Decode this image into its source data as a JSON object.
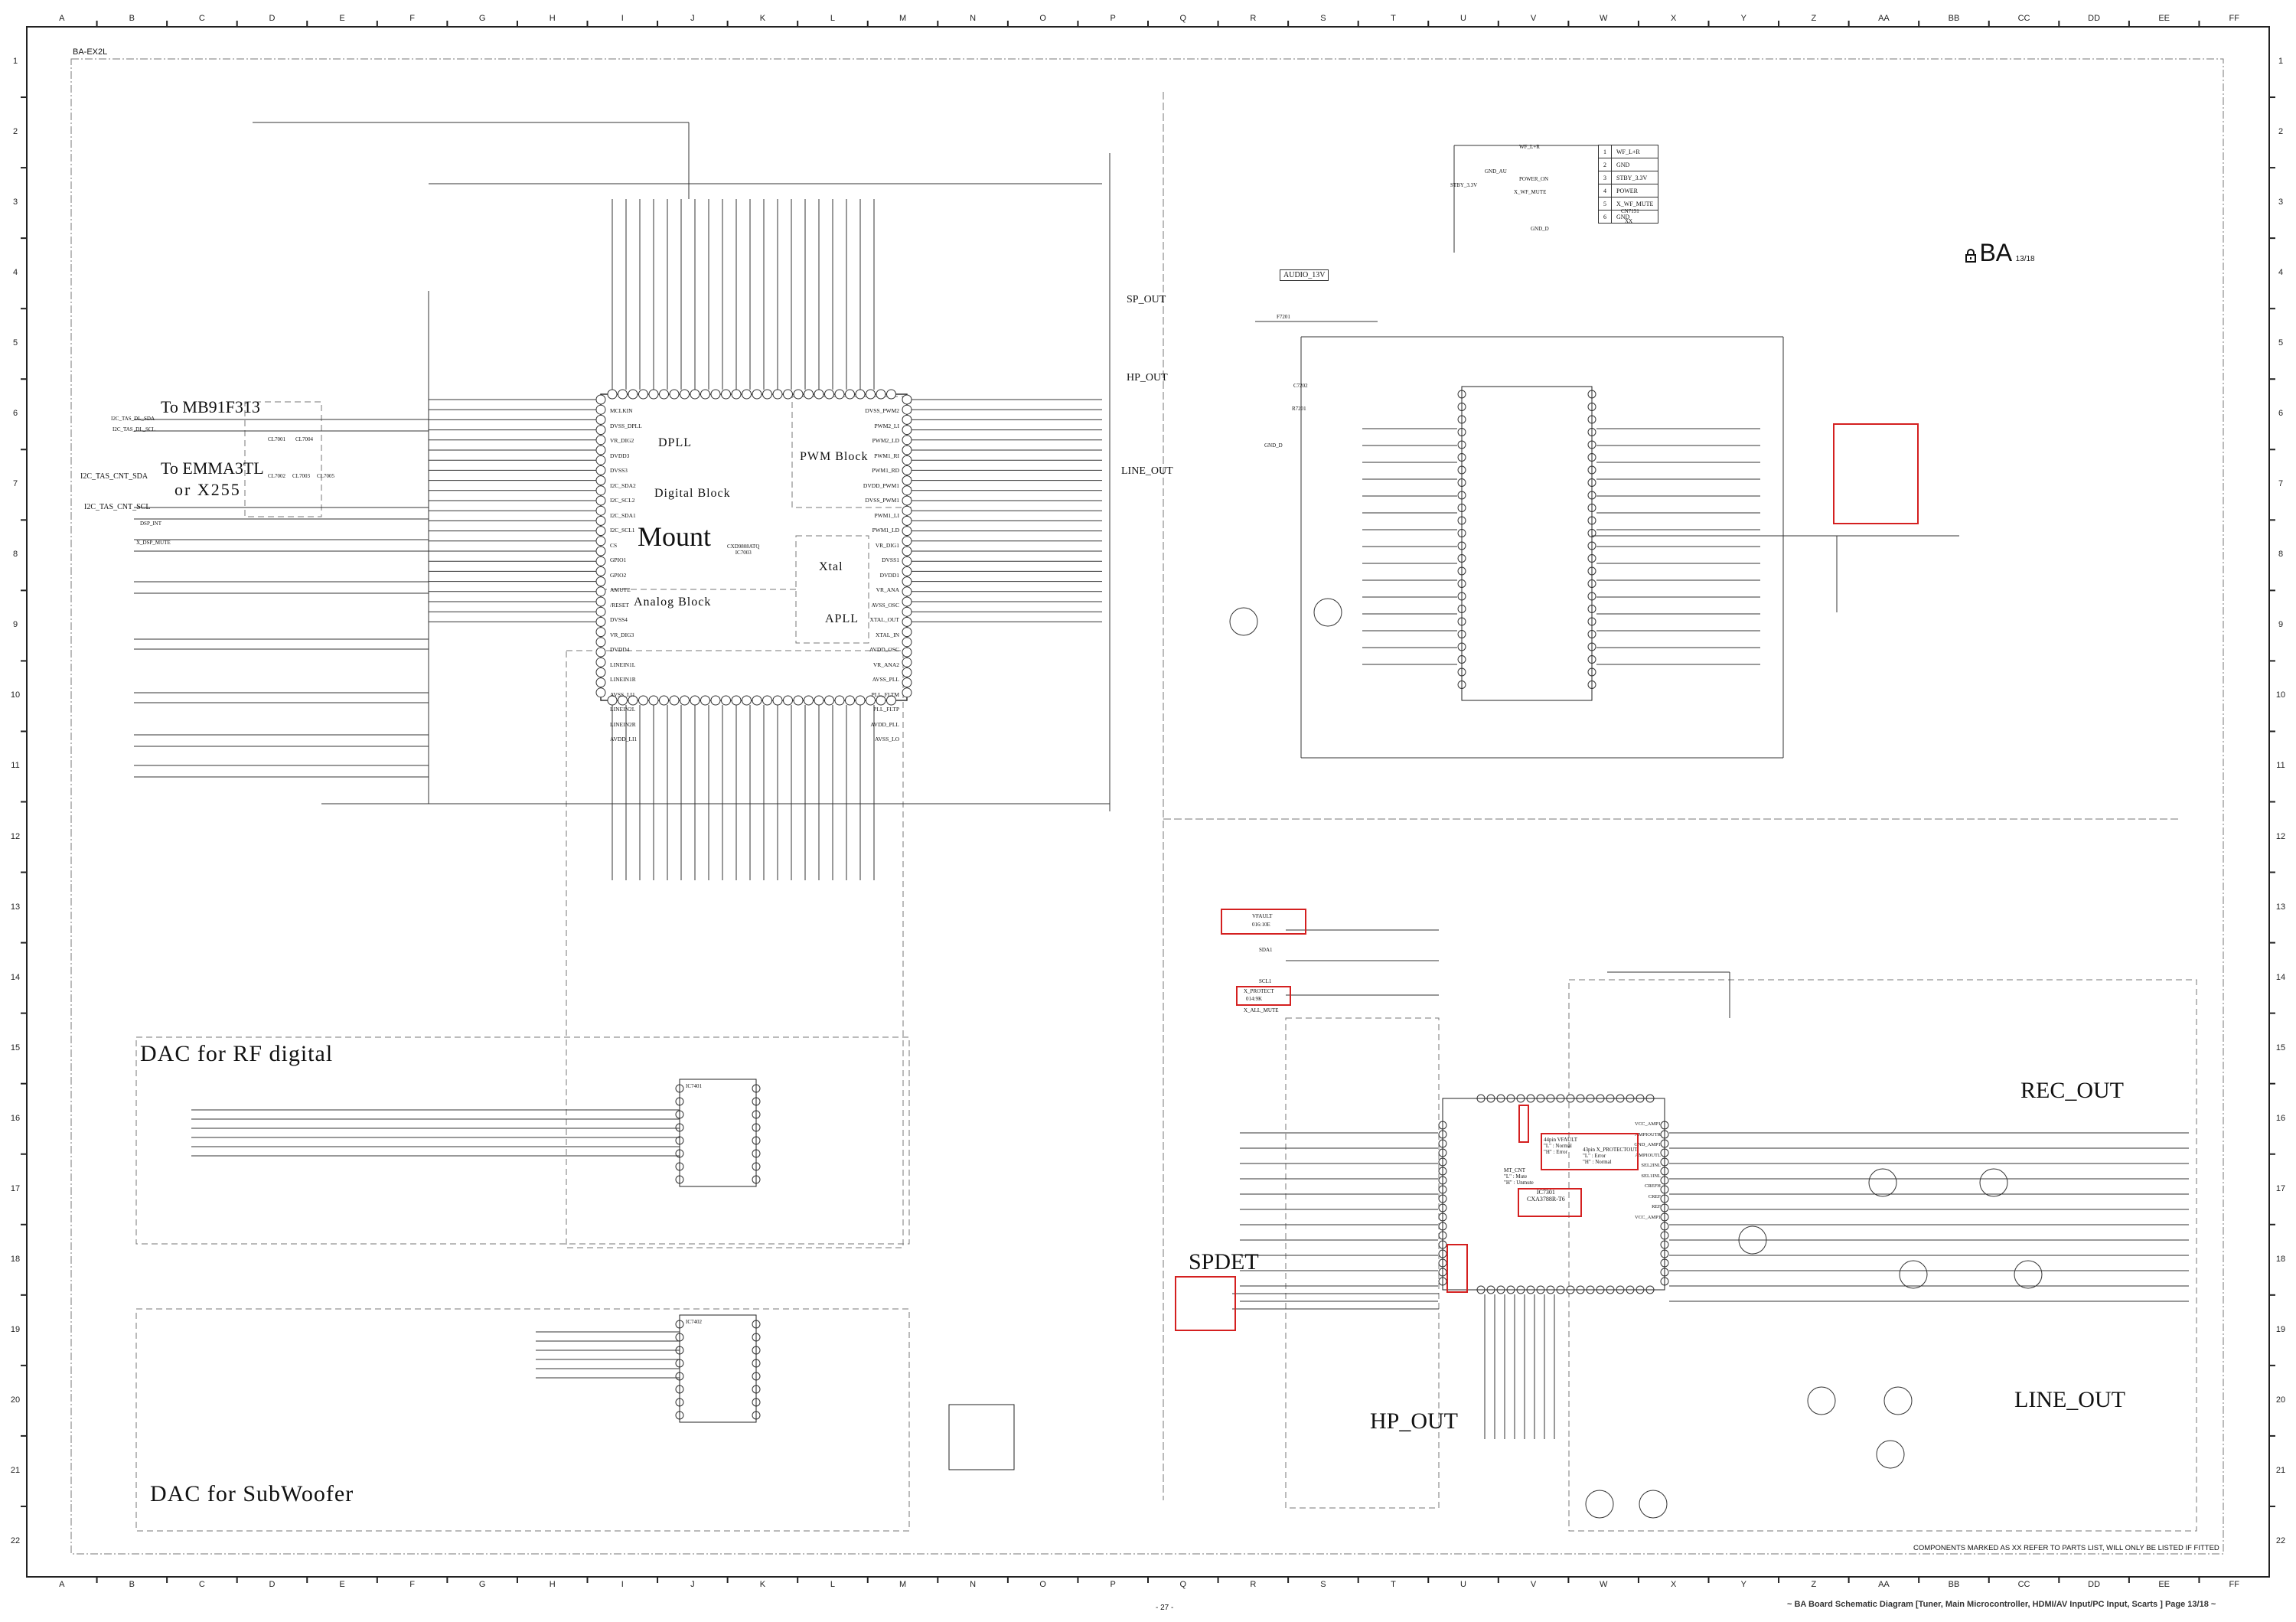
{
  "frame": {
    "columns": [
      "A",
      "B",
      "C",
      "D",
      "E",
      "F",
      "G",
      "H",
      "I",
      "J",
      "K",
      "L",
      "M",
      "N",
      "O",
      "P",
      "Q",
      "R",
      "S",
      "T",
      "U",
      "V",
      "W",
      "X",
      "Y",
      "Z",
      "AA",
      "BB",
      "CC",
      "DD",
      "EE",
      "FF"
    ],
    "rows": [
      "1",
      "2",
      "3",
      "4",
      "5",
      "6",
      "7",
      "8",
      "9",
      "10",
      "11",
      "12",
      "13",
      "14",
      "15",
      "16",
      "17",
      "18",
      "19",
      "20",
      "21",
      "22"
    ]
  },
  "board_label": "BA-EX2L",
  "logo": {
    "text": "BA",
    "page": "13/18",
    "icon": "lock-icon"
  },
  "page_number": "- 27 -",
  "footer_title": "~ BA Board Schematic Diagram [Tuner, Main Microcontroller, HDMI/AV Input/PC Input, Scarts ] Page 13/18 ~",
  "parts_note": "COMPONENTS MARKED AS XX REFER TO PARTS LIST, WILL ONLY BE LISTED IF FITTED",
  "section_labels": {
    "to_mb91": "To MB91F313",
    "to_emma_1": "To EMMA3TL",
    "to_emma_2": "or  X255",
    "mount": "Mount",
    "digital_block": "Digital Block",
    "analog_block": "Analog Block",
    "pwm_block": "PWM Block",
    "dpll": "DPLL",
    "xtal": "Xtal",
    "apll": "APLL",
    "sp_out": "SP_OUT",
    "hp_out_top": "HP_OUT",
    "line_out_top": "LINE_OUT",
    "dac_rf": "DAC for RF digital",
    "dac_sub": "DAC for SubWoofer",
    "spdet": "SPDET",
    "hp_out_bottom": "HP_OUT",
    "rec_out": "REC_OUT",
    "line_out_bottom": "LINE_OUT",
    "audio_13v": "AUDIO_13V"
  },
  "signals_left": {
    "i2c_dl_sda": "I2C_TAS_DL_SDA",
    "i2c_dl_scl": "I2C_TAS_DL_SCL",
    "i2c_cnt_sda": "I2C_TAS_CNT_SDA",
    "i2c_cnt_scl": "I2C_TAS_CNT_SCL",
    "dsp_int": "DSP_INT",
    "x_dsp_mute": "X_DSP_MUTE",
    "clips": [
      "CL7001",
      "CL7004",
      "CL7002",
      "CL7003",
      "CL7005"
    ]
  },
  "main_ic": {
    "part": "CXD9808ATQ",
    "ref": "IC7003",
    "left_pins": [
      "MCLKIN",
      "DVSS_DPLL",
      "VR_DIG2",
      "DVDD3",
      "DVSS3",
      "I2C_SDA2",
      "I2C_SCL2",
      "I2C_SDA1",
      "I2C_SCL1",
      "CS",
      "GPIO1",
      "GPIO2",
      "AMUTE",
      "/RESET",
      "DVSS4",
      "VR_DIG3",
      "DVDD4",
      "LINEIN1L",
      "LINEIN1R",
      "AVSS_LI1",
      "LINEIN2L",
      "LINEIN2R",
      "AVDD_LI1"
    ],
    "right_pins": [
      "DVSS_PWM2",
      "PWM2_LI",
      "PWM2_LD",
      "PWM1_RI",
      "PWM1_RD",
      "DVDD_PWM1",
      "DVSS_PWM1",
      "PWM1_LI",
      "PWM1_LD",
      "VR_DIG1",
      "DVSS1",
      "DVDD1",
      "VR_ANA",
      "AVSS_OSC",
      "XTAL_OUT",
      "XTAL_IN",
      "AVDD_OSC",
      "VR_ANA2",
      "AVSS_PLL",
      "PLL_FLTM",
      "PLL_FLTP",
      "AVDD_PLL",
      "AVSS_LO"
    ]
  },
  "connector": {
    "ref": "CN7151",
    "mark": "XX",
    "rows": [
      {
        "pin": "1",
        "name": "WF_L+R"
      },
      {
        "pin": "2",
        "name": "GND"
      },
      {
        "pin": "3",
        "name": "STBY_3.3V"
      },
      {
        "pin": "4",
        "name": "POWER"
      },
      {
        "pin": "5",
        "name": "X_WF_MUTE"
      },
      {
        "pin": "6",
        "name": "GND"
      }
    ],
    "nets": {
      "wf": "WF_L+R",
      "gnd_au": "GND_AU",
      "stby": "STBY_3.3V",
      "power_on": "POWER_ON",
      "x_wf_mute": "X_WF_MUTE",
      "gnd_d": "GND_D"
    }
  },
  "power_parts": {
    "fuse": "F7201",
    "cap": "C7202",
    "res": "R7201",
    "gnd": "GND_D"
  },
  "bottom_right": {
    "vfault": "VFAULT",
    "vfault_ref": "016:10E",
    "sda": "SDA1",
    "scl": "SCL1",
    "x_protect": "X_PROTECT",
    "x_protect_ref": "014:9K",
    "x_all_mute": "X_ALL_MUTE",
    "ic_ref": "IC7301",
    "ic_part": "CXA3788R-T6",
    "note_vfault": [
      "44pin VFAULT",
      "\"L\" : Normal",
      "\"H\" : Error"
    ],
    "note_protect": [
      "43pin X_PROTECTOUT",
      "\"L\" : Error",
      "\"H\" : Normal"
    ],
    "note_mute": [
      "MT_CNT",
      "\"L\" : Mute",
      "\"H\" : Unmute"
    ],
    "right_pins": [
      "VCC_AMP1",
      "AMPIOUTR",
      "GND_AMP1",
      "AMPIOUTL",
      "SEL2INL",
      "SEL1INL",
      "CREFH",
      "CREF",
      "REF",
      "VCC_AMP1"
    ]
  },
  "dac_ics": {
    "rf": "IC7401",
    "sub": "IC7402"
  }
}
